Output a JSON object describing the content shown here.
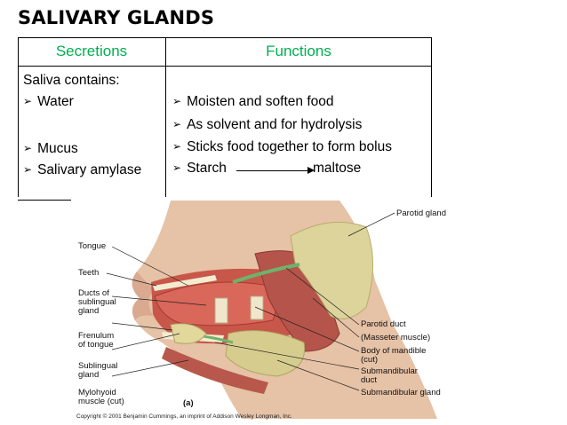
{
  "title": "SALIVARY GLANDS",
  "colors": {
    "header_text": "#00b050",
    "rule": "#000000"
  },
  "table": {
    "headers": {
      "secretions": "Secretions",
      "functions": "Functions"
    },
    "secretions_intro": "Saliva contains:",
    "secretions": [
      "Water",
      "Mucus",
      "Salivary amylase"
    ],
    "functions": [
      "Moisten and soften food",
      "As solvent and for hydrolysis",
      "Sticks food together to form bolus"
    ],
    "starch": {
      "from": "Starch",
      "to": "maltose"
    }
  },
  "figure": {
    "labels": {
      "parotid_gland": "Parotid gland",
      "tongue": "Tongue",
      "teeth": "Teeth",
      "ducts_sublingual": [
        "Ducts of",
        "sublingual",
        "gland"
      ],
      "frenulum": [
        "Frenulum",
        "of tongue"
      ],
      "sublingual_gland": [
        "Sublingual",
        "gland"
      ],
      "mylohyoid": [
        "Mylohyoid",
        "muscle (cut)"
      ],
      "parotid_duct": "Parotid duct",
      "masseter": "(Masseter muscle)",
      "mandible": [
        "Body of mandible",
        "(cut)"
      ],
      "submandibular_duct": [
        "Submandibular",
        "duct"
      ],
      "submandibular_gland": "Submandibular gland",
      "panel": "(a)"
    },
    "copyright": "Copyright © 2001 Benjamin Cummings, an imprint of Addison Wesley Longman, Inc."
  }
}
